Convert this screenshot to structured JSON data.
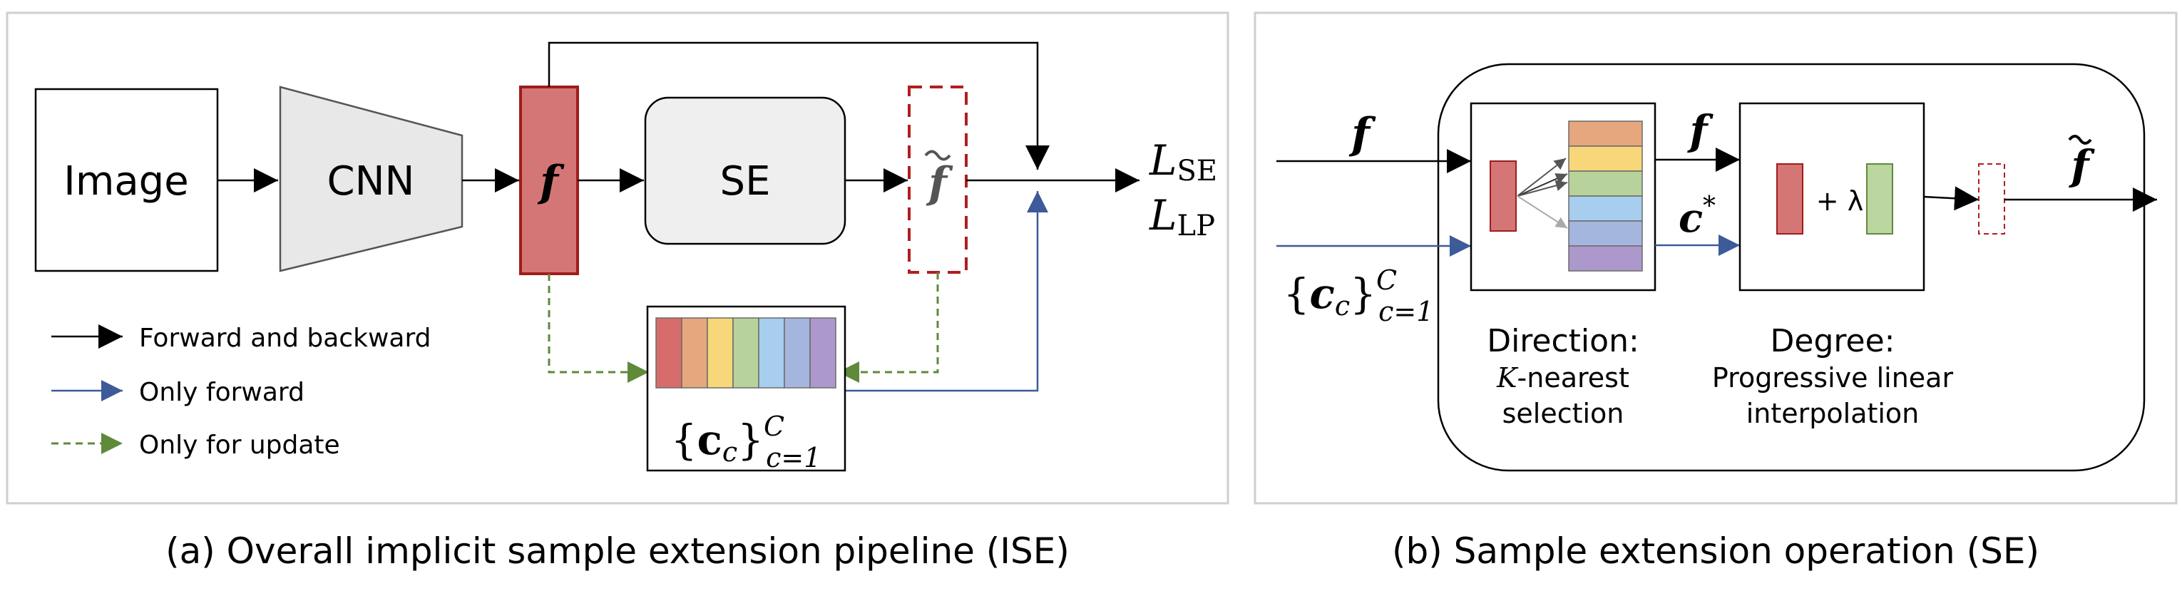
{
  "panel_a": {
    "caption": "(a) Overall implicit sample extension pipeline (ISE)",
    "image_label": "Image",
    "cnn_label": "CNN",
    "f_label": "f",
    "se_label": "SE",
    "f_tilde_label": "f",
    "loss_se": {
      "base": "L",
      "sub": "SE"
    },
    "loss_lp": {
      "base": "L",
      "sub": "LP"
    },
    "centers_label": {
      "open": "{",
      "c": "c",
      "c_sub": "c",
      "close": "}",
      "sup": "C",
      "sub": "c=1"
    },
    "legend": [
      {
        "label": "Forward and backward",
        "color": "#000000",
        "style": "solid"
      },
      {
        "label": "Only forward",
        "color": "#3d5a99",
        "style": "solid"
      },
      {
        "label": "Only for update",
        "color": "#5e8a3a",
        "style": "dashed"
      }
    ],
    "center_colors": [
      "#d86c6c",
      "#e6a77f",
      "#f7d77a",
      "#b8d29b",
      "#a7cdef",
      "#a5b6de",
      "#ad98cc"
    ]
  },
  "panel_b": {
    "caption": "(b) Sample extension operation (SE)",
    "f_input": "f",
    "centers_input": {
      "open": "{",
      "c": "c",
      "c_sub": "c",
      "close": "}",
      "sup": "C",
      "sub": "c=1"
    },
    "f_mid": "f",
    "c_star": {
      "base": "c",
      "sup": "*"
    },
    "plus_lambda": "+ λ",
    "f_tilde_output": "f",
    "direction": {
      "title": "Direction:",
      "k": "K",
      "line1_rest": "-nearest",
      "line2": "selection"
    },
    "degree": {
      "title": "Degree:",
      "line1": "Progressive linear",
      "line2": "interpolation"
    },
    "stack_colors": [
      "#e6a77f",
      "#f7d77a",
      "#b8d29b",
      "#a7cdef",
      "#a5b6de",
      "#ad98cc"
    ]
  },
  "colors": {
    "panel_border": "#cfcfcf",
    "feature_fill": "#d47676",
    "feature_border": "#a01c1c",
    "dashed_red": "#b01e1e",
    "forward_blue": "#3d5a99",
    "update_green": "#5e8a3a",
    "cnn_fill": "#e8e8e8",
    "se_fill": "#efefef",
    "green_bar": "#bcd6a1"
  }
}
